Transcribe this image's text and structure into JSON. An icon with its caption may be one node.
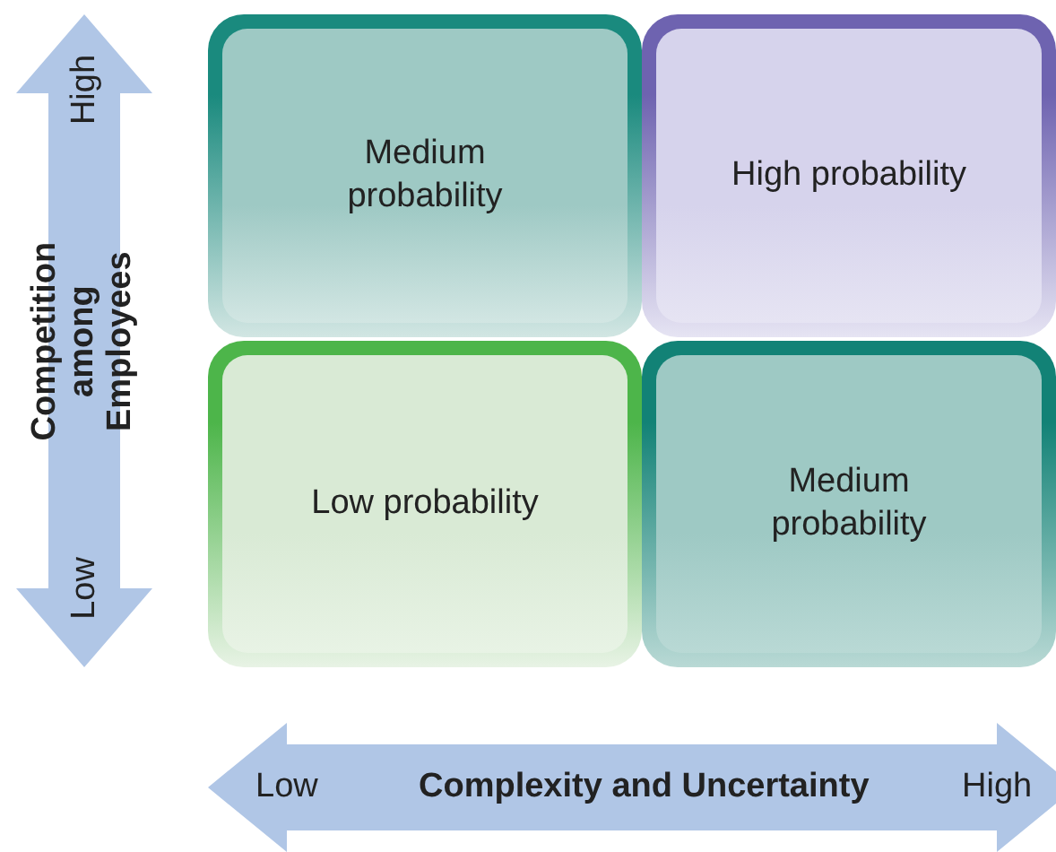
{
  "diagram": {
    "nodes": [
      {
        "text": [
          "Medium probability"
        ]
      },
      {
        "text": [
          "High probability"
        ]
      },
      {
        "text": [
          "Low probability"
        ]
      },
      {
        "text": [
          "Medium probability"
        ]
      }
    ],
    "labels": [
      "High",
      "Competition among Employees",
      "Low",
      "Low",
      "Complexity and Uncertainty",
      "High"
    ]
  }
}
